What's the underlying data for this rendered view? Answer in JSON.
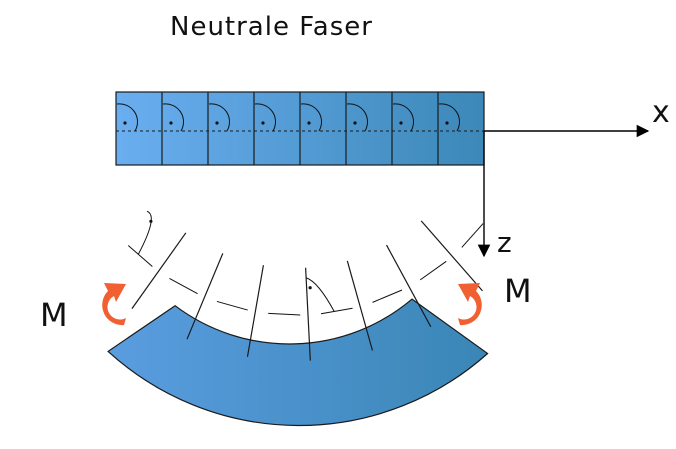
{
  "diagram": {
    "title": "Neutrale Faser",
    "x_axis_label": "x",
    "z_axis_label": "z",
    "moment_left_label": "M",
    "moment_right_label": "M",
    "segment_count": 8,
    "colors": {
      "beam_start": "#6aaef0",
      "beam_end": "#3c88b8",
      "moment_arrow": "#f06030",
      "outline": "#1a1a1a"
    }
  }
}
